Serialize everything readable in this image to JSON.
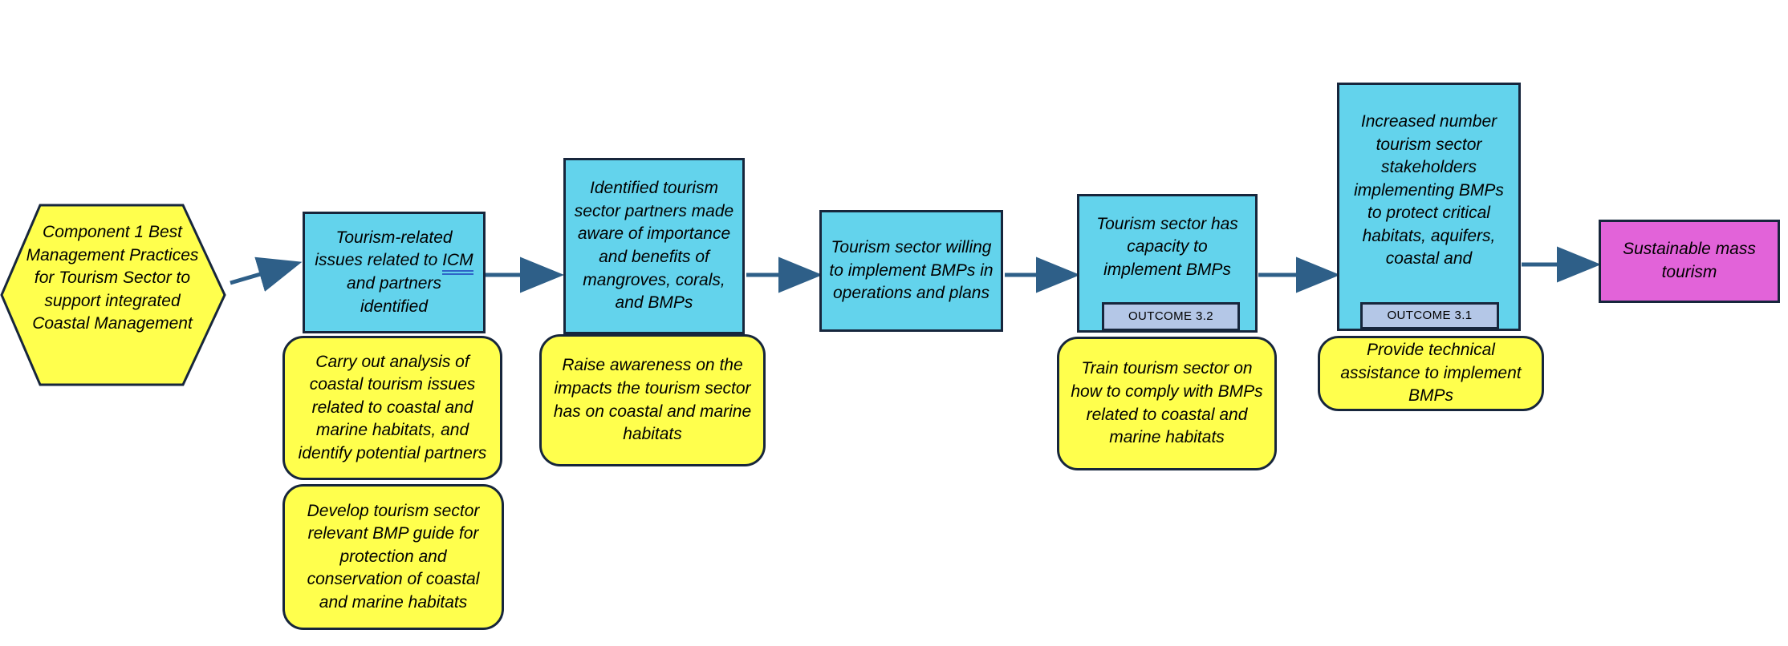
{
  "diagram_title": "Component 1 tourism sector BMP results chain",
  "colors": {
    "node_cyan": "#63D3EC",
    "node_yellow": "#FFFF4D",
    "node_pink": "#E263D9",
    "outcome_tag_fill": "#B4C7E7",
    "border_navy": "#17263C",
    "arrow_blue": "#2E5F88",
    "icm_underline_blue": "#2E64C8"
  },
  "component": {
    "label": "Component 1 Best Management Practices for Tourism Sector to support integrated Coastal Management"
  },
  "outputs": [
    {
      "text_before": "Tourism-related issues related to",
      "emphasis": "ICM",
      "text_after": "and partners identified"
    },
    {
      "label": "Identified tourism sector partners made aware of importance and benefits of mangroves, corals, and BMPs"
    },
    {
      "label": "Tourism sector willing to implement BMPs in operations and plans"
    },
    {
      "label": "Tourism sector has capacity to implement BMPs",
      "outcome_tag": "OUTCOME 3.2"
    },
    {
      "label": "Increased number tourism sector stakeholders implementing BMPs to protect critical habitats, aquifers, coastal and",
      "outcome_tag": "OUTCOME 3.1"
    }
  ],
  "goal": {
    "label": "Sustainable mass tourism"
  },
  "activities": [
    {
      "label": "Carry out analysis of coastal tourism issues related to coastal and marine habitats, and identify potential partners"
    },
    {
      "label": "Develop tourism sector relevant BMP guide for protection and conservation of coastal and marine habitats"
    },
    {
      "label": "Raise awareness on the impacts the tourism sector has on coastal and marine habitats"
    },
    {
      "label": "Train tourism sector on how to comply with BMPs related to coastal and marine habitats"
    },
    {
      "label": "Provide technical assistance to implement BMPs"
    }
  ]
}
